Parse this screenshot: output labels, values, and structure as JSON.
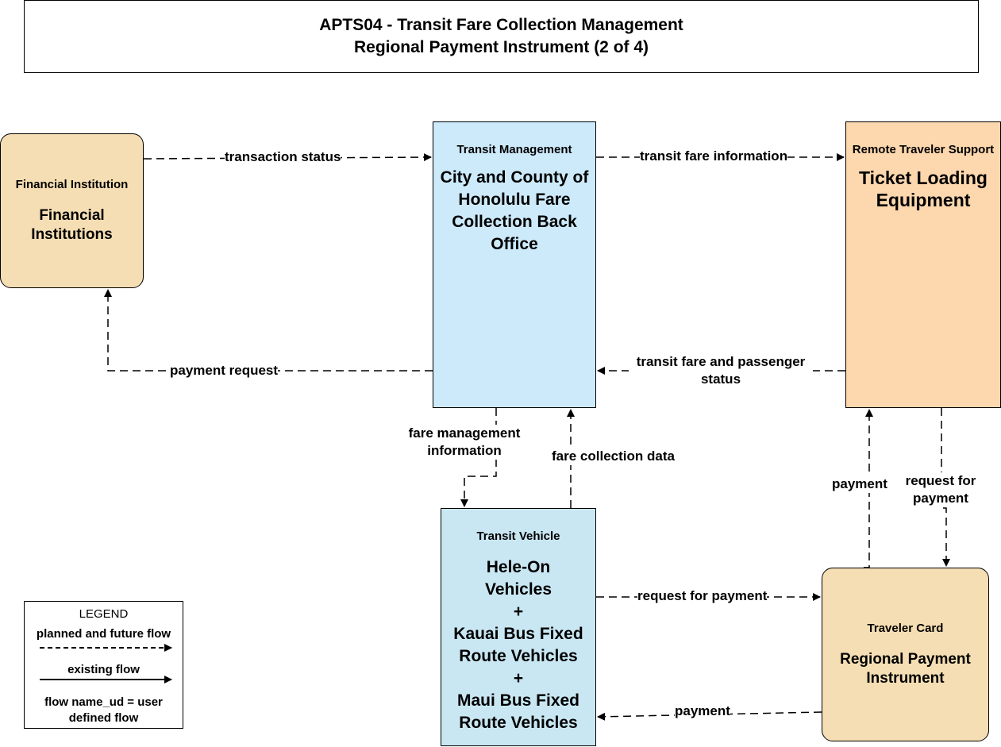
{
  "title": {
    "line1": "APTS04 - Transit Fare Collection Management",
    "line2": "Regional Payment Instrument (2 of 4)"
  },
  "nodes": {
    "financial": {
      "category": "Financial Institution",
      "name": "Financial Institutions",
      "color": "#f5deb3"
    },
    "transit_mgmt": {
      "category": "Transit Management",
      "name": "City and County of Honolulu Fare Collection Back Office",
      "color": "#cdeafb"
    },
    "remote": {
      "category": "Remote Traveler Support",
      "name": "Ticket Loading Equipment",
      "color": "#fdd7ad"
    },
    "vehicle": {
      "category": "Transit Vehicle",
      "name_lines": [
        "Hele-On",
        "Vehicles",
        "+",
        "Kauai Bus Fixed",
        "Route Vehicles",
        "+",
        "Maui Bus Fixed",
        "Route Vehicles"
      ],
      "color": "#c9e7f3"
    },
    "card": {
      "category": "Traveler Card",
      "name": "Regional Payment Instrument",
      "color": "#f5deb3"
    }
  },
  "flows": {
    "transaction_status": "transaction status",
    "transit_fare_information": "transit fare information",
    "payment_request": "payment request",
    "transit_fare_passenger_status": "transit fare and passenger\nstatus",
    "fare_management_information": "fare management\ninformation",
    "fare_collection_data": "fare collection data",
    "payment_remote": "payment",
    "request_for_payment_remote": "request for\npayment",
    "request_for_payment_vehicle": "request for payment",
    "payment_vehicle": "payment"
  },
  "legend": {
    "title": "LEGEND",
    "planned": "planned and future flow",
    "existing": "existing flow",
    "user_defined": "flow name_ud = user\ndefined flow"
  }
}
